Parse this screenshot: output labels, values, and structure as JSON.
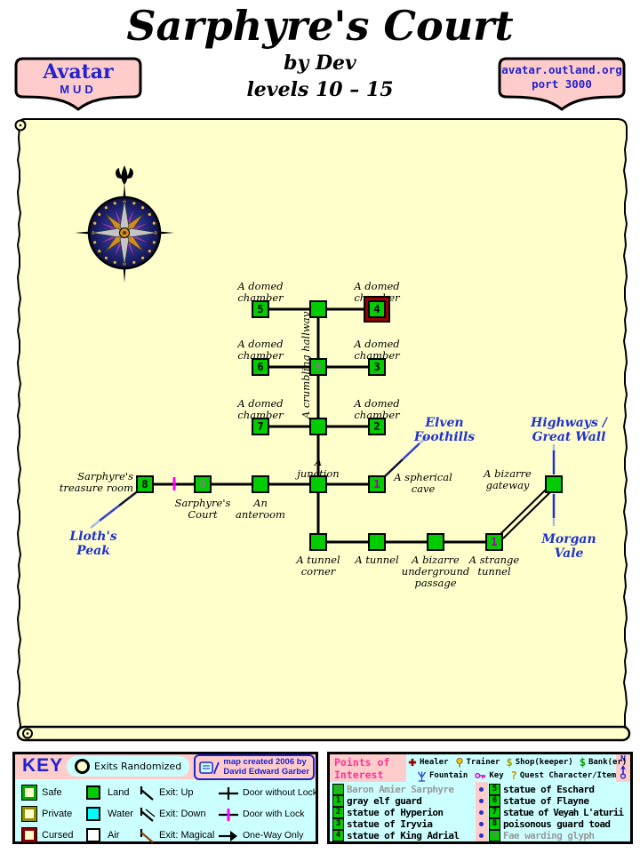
{
  "header": {
    "title": "Sarphyre's Court",
    "byline": "by Dev",
    "levels": "levels 10 – 15",
    "mud_badge": {
      "name": "Avatar",
      "sub": "MUD"
    },
    "server_badge": {
      "host": "avatar.outland.org",
      "port": "port 3000"
    }
  },
  "map": {
    "rooms": [
      {
        "number": "5",
        "label": "A domed\nchamber"
      },
      {
        "number": "",
        "label": ""
      },
      {
        "number": "4",
        "label": "A domed\nchamber"
      },
      {
        "number": "6",
        "label": "A domed\nchamber"
      },
      {
        "number": "9",
        "label": ""
      },
      {
        "number": "3",
        "label": "A domed\nchamber"
      },
      {
        "number": "7",
        "label": "A domed\nchamber"
      },
      {
        "number": "",
        "label": ""
      },
      {
        "number": "2",
        "label": "A domed\nchamber"
      },
      {
        "number": "8",
        "label": "Sarphyre's\ntreasure room"
      },
      {
        "number": "0",
        "label": "Sarphyre's\nCourt"
      },
      {
        "number": "",
        "label": "An\nanteroom"
      },
      {
        "number": "",
        "label": "A\njunction"
      },
      {
        "number": "1",
        "label": "A spherical\ncave"
      },
      {
        "number": "",
        "label": "A bizarre\ngateway"
      },
      {
        "number": "",
        "label": "A tunnel\ncorner"
      },
      {
        "number": "",
        "label": "A tunnel"
      },
      {
        "number": "",
        "label": "A bizarre\nunderground\npassage"
      },
      {
        "number": "1",
        "label": "A strange\ntunnel"
      }
    ],
    "hallway_label": "A crumbling hallway",
    "exits": {
      "elven": "Elven\nFoothills",
      "highways": "Highways /\nGreat Wall",
      "lloth": "Lloth's\nPeak",
      "morgan": "Morgan\nVale"
    }
  },
  "key_panel": {
    "title": "KEY",
    "exits_randomized": "Exits Randomized",
    "credit": "map created 2006 by\nDavid Edward Garber",
    "room_types": [
      "Safe",
      "Private",
      "Cursed"
    ],
    "terrain": [
      "Land",
      "Water",
      "Air"
    ],
    "exits": [
      "Exit: Up",
      "Exit: Down",
      "Exit: Magical"
    ],
    "doors": [
      "Door without Lock",
      "Door with Lock",
      "One-Way Only"
    ]
  },
  "poi_panel": {
    "title": "Points of\nInterest",
    "north": "N",
    "icons": {
      "healer": "Healer",
      "trainer": "Trainer",
      "shop": "Shop(keeper)",
      "bank": "Bank(er)",
      "fountain": "Fountain",
      "key": "Key",
      "quest": "Quest Character/Item"
    },
    "items_left": [
      {
        "num": "0",
        "text": "Baron Amier Sarphyre"
      },
      {
        "num": "1",
        "text": "gray elf guard"
      },
      {
        "num": "2",
        "text": "statue of Hyperion"
      },
      {
        "num": "3",
        "text": "statue of Iryvia"
      },
      {
        "num": "4",
        "text": "statue of King Adrial"
      }
    ],
    "items_right": [
      {
        "num": "5",
        "text": "statue of Eschard"
      },
      {
        "num": "6",
        "text": "statue of Flayne"
      },
      {
        "num": "7",
        "text": "statue of Veyah L'aturii"
      },
      {
        "num": "8",
        "text": "poisonous guard toad"
      },
      {
        "num": "9",
        "text": "Fae warding glyph"
      }
    ]
  },
  "colors": {
    "parchment": "#FFFFCC",
    "panel_body": "#CCFFFF",
    "panel_header": "#FFCCCC",
    "room_green": "#00CC00",
    "cursed_red": "#990000",
    "lock_magenta": "#FF00FF",
    "link_blue": "#2233CC",
    "text_blue": "#2222CC",
    "poi_title_pink": "#FF3399"
  }
}
